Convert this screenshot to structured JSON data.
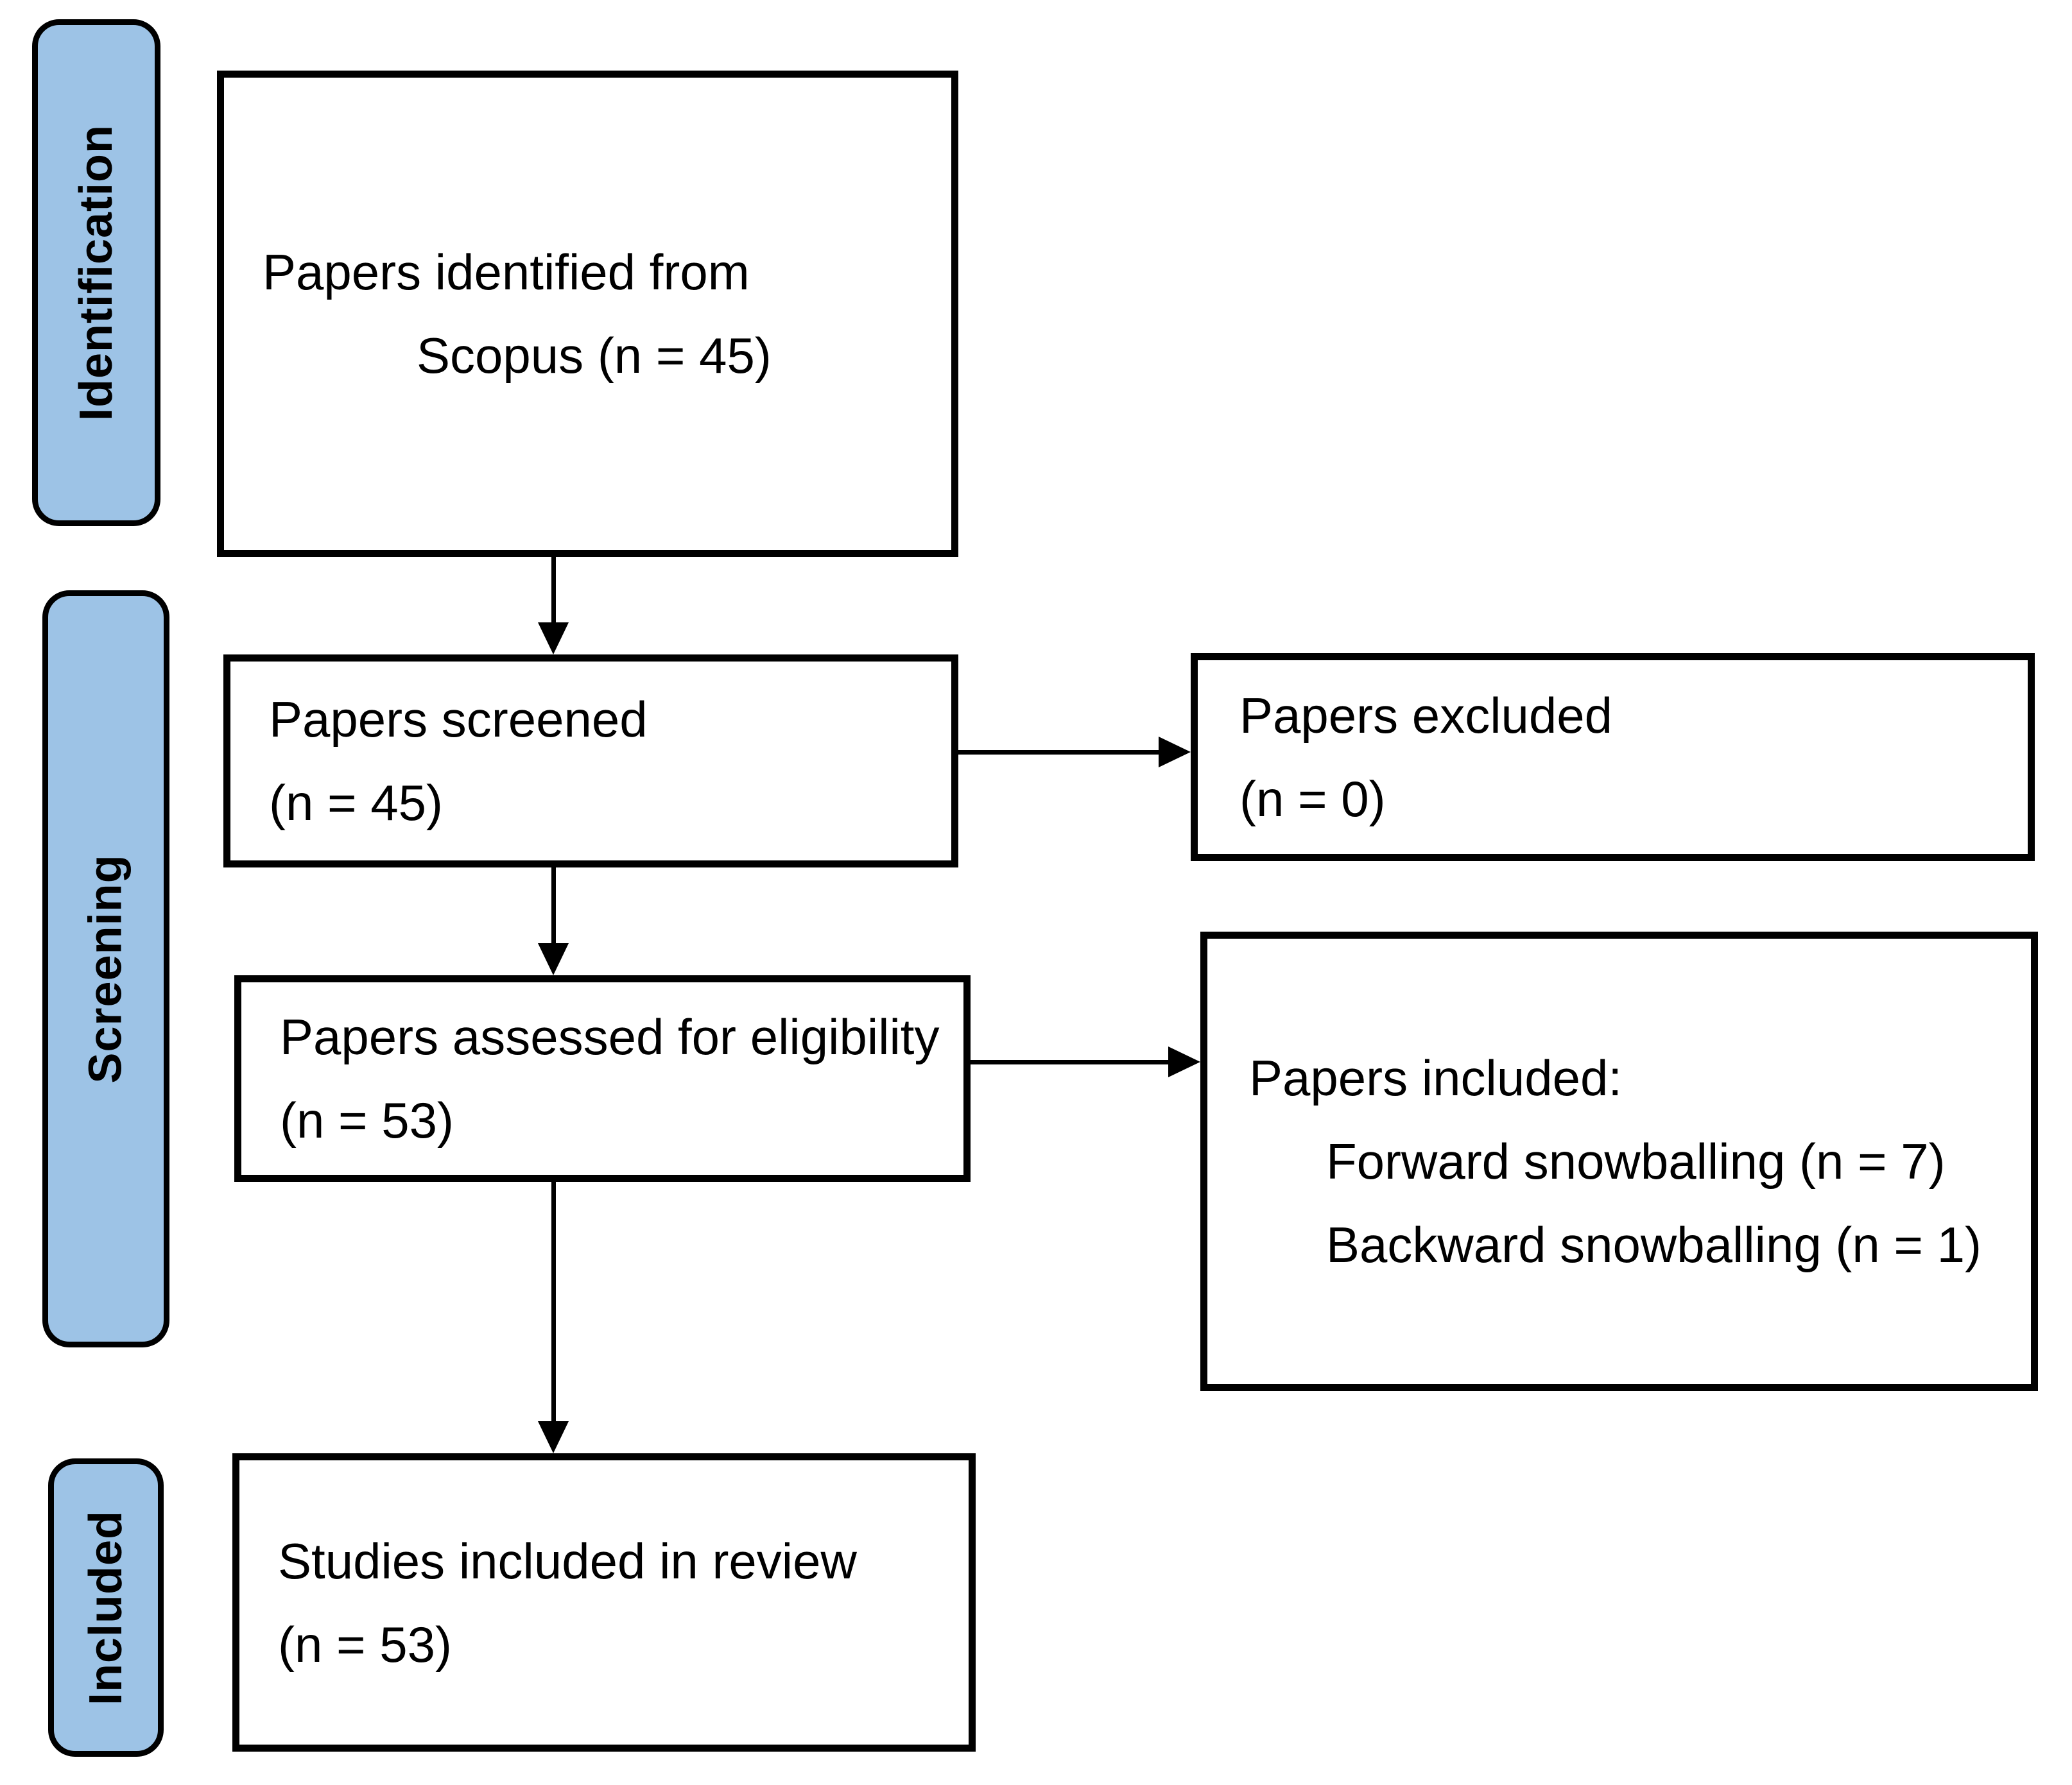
{
  "colors": {
    "stage_fill": "#9dc3e6",
    "line": "#000000",
    "text": "#000000",
    "background": "#ffffff"
  },
  "stages": [
    {
      "label": "Identification"
    },
    {
      "label": "Screening"
    },
    {
      "label": "Included"
    }
  ],
  "boxes": {
    "identified": {
      "lines": [
        "Papers identified from",
        "Scopus (n = 45)"
      ]
    },
    "screened": {
      "lines": [
        "Papers screened",
        "(n = 45)"
      ]
    },
    "excluded": {
      "lines": [
        "Papers excluded",
        "(n = 0)"
      ]
    },
    "assessed": {
      "lines": [
        "Papers assessed for eligibility",
        "(n = 53)"
      ]
    },
    "included_side": {
      "lines": [
        "Papers included:",
        "Forward snowballing (n = 7)",
        "Backward snowballing (n = 1)"
      ]
    },
    "studies": {
      "lines": [
        "Studies included in review",
        "(n = 53)"
      ]
    }
  }
}
